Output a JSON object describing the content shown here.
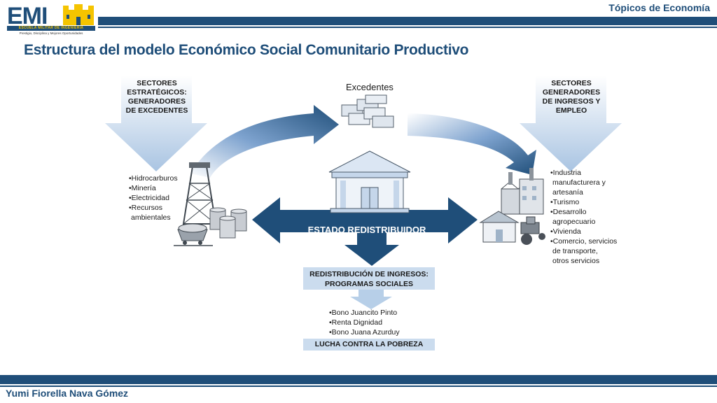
{
  "header": {
    "logo_text": "EMI",
    "logo_strip": "ESCUELA MILITAR DE INGENIERIA",
    "logo_motto": "Prestigio, Disciplina y Mejores Oportunidades",
    "topic": "Tópicos de Economía"
  },
  "title": "Estructura del modelo Económico Social Comunitario Productivo",
  "diagram": {
    "left_sector": {
      "lines": [
        "SECTORES",
        "ESTRATÉGICOS:",
        "GENERADORES",
        "DE EXCEDENTES"
      ]
    },
    "left_items": [
      "•Hidrocarburos",
      "•Minería",
      "•Electricidad",
      "•Recursos",
      "ambientales"
    ],
    "excedentes": "Excedentes",
    "right_sector": {
      "lines": [
        "SECTORES",
        "GENERADORES",
        "DE INGRESOS Y",
        "EMPLEO"
      ]
    },
    "right_items": [
      "•Industria",
      "manufacturera y",
      "artesanía",
      "•Turismo",
      "•Desarrollo",
      "agropecuario",
      "•Vivienda",
      "•Comercio, servicios",
      "de transporte,",
      "otros servicios"
    ],
    "estado": "ESTADO REDISTRIBUIDOR",
    "redistribucion": [
      "REDISTRIBUCIÓN DE INGRESOS:",
      "PROGRAMAS SOCIALES"
    ],
    "bonos": [
      "•Bono Juancito Pinto",
      "•Renta Dignidad",
      "•Bono Juana Azurduy"
    ],
    "lucha": "LUCHA CONTRA LA POBREZA"
  },
  "footer": {
    "author": "Yumi Fiorella Nava Gómez"
  },
  "colors": {
    "brand": "#1f4e79",
    "light_blue": "#cbdcee",
    "logo_gold": "#f5c400"
  }
}
